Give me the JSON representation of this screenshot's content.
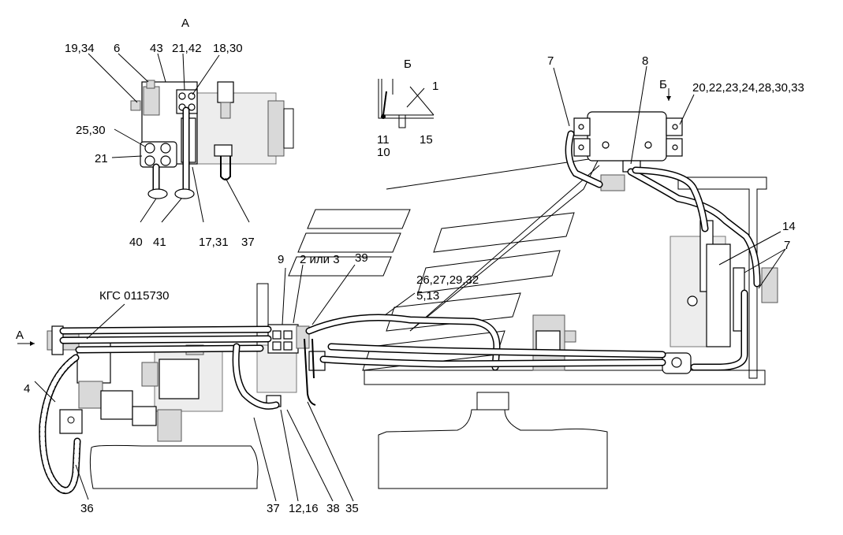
{
  "view_labels": {
    "view_a_title": "А",
    "view_b_title": "Б",
    "view_b_marker": "Б",
    "arrow_a": "А"
  },
  "callouts": {
    "c19_34": "19,34",
    "c6": "6",
    "c43": "43",
    "c21_42": "21,42",
    "c18_30": "18,30",
    "c25_30": "25,30",
    "c21": "21",
    "c40": "40",
    "c41": "41",
    "c17_31": "17,31",
    "c37_top": "37",
    "c1": "1",
    "c11": "11",
    "c10": "10",
    "c15": "15",
    "c7_top": "7",
    "c8": "8",
    "c20_33": "20,22,23,24,28,30,33",
    "c14": "14",
    "c7_right": "7",
    "c9": "9",
    "c2_3": "2 или 3",
    "c39": "39",
    "c26_32": "26,27,29,32",
    "c5_13": "5,13",
    "kgs": "КГС 0115730",
    "c4": "4",
    "c36": "36",
    "c37_bottom": "37",
    "c12_16": "12,16",
    "c38": "38",
    "c35": "35"
  },
  "colors": {
    "line": "#000000",
    "part_fill": "#d9d9d9",
    "body_fill": "#ededed",
    "background": "#ffffff"
  }
}
